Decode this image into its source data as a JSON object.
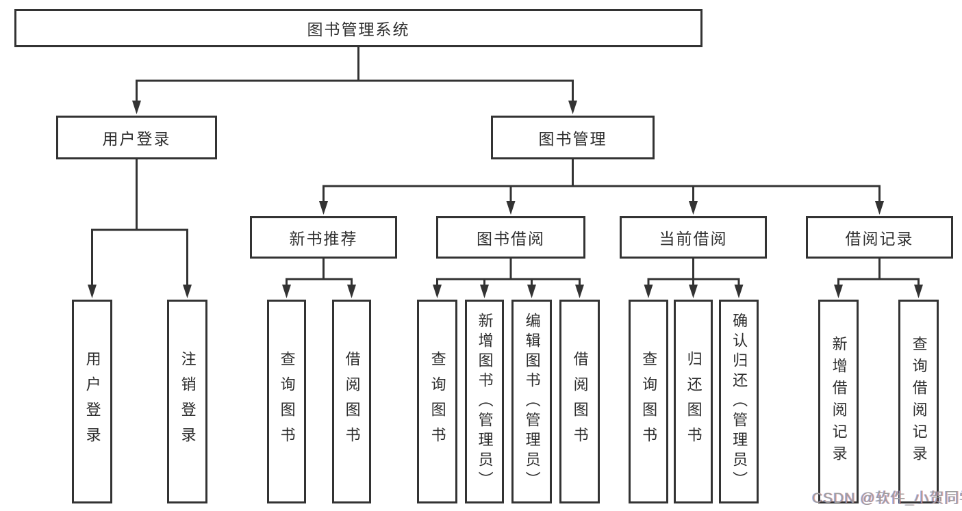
{
  "watermark": "CSDN @软件_小贺同学",
  "tree": {
    "label": "图书管理系统",
    "children": [
      {
        "label": "用户登录",
        "children": [
          {
            "label": "用户登录"
          },
          {
            "label": "注销登录"
          }
        ]
      },
      {
        "label": "图书管理",
        "children": [
          {
            "label": "新书推荐",
            "children": [
              {
                "label": "查询图书"
              },
              {
                "label": "借阅图书"
              }
            ]
          },
          {
            "label": "图书借阅",
            "children": [
              {
                "label": "查询图书"
              },
              {
                "label": "新增图书（管理员）"
              },
              {
                "label": "编辑图书（管理员）"
              },
              {
                "label": "借阅图书"
              }
            ]
          },
          {
            "label": "当前借阅",
            "children": [
              {
                "label": "查询图书"
              },
              {
                "label": "归还图书"
              },
              {
                "label": "确认归还（管理员）"
              }
            ]
          },
          {
            "label": "借阅记录",
            "children": [
              {
                "label": "新增借阅记录"
              },
              {
                "label": "查询借阅记录"
              }
            ]
          }
        ]
      }
    ]
  },
  "colors": {
    "line": "#333333",
    "box_border": "#333333",
    "text": "#2d2d2d",
    "watermark": "#9e9e9e"
  }
}
